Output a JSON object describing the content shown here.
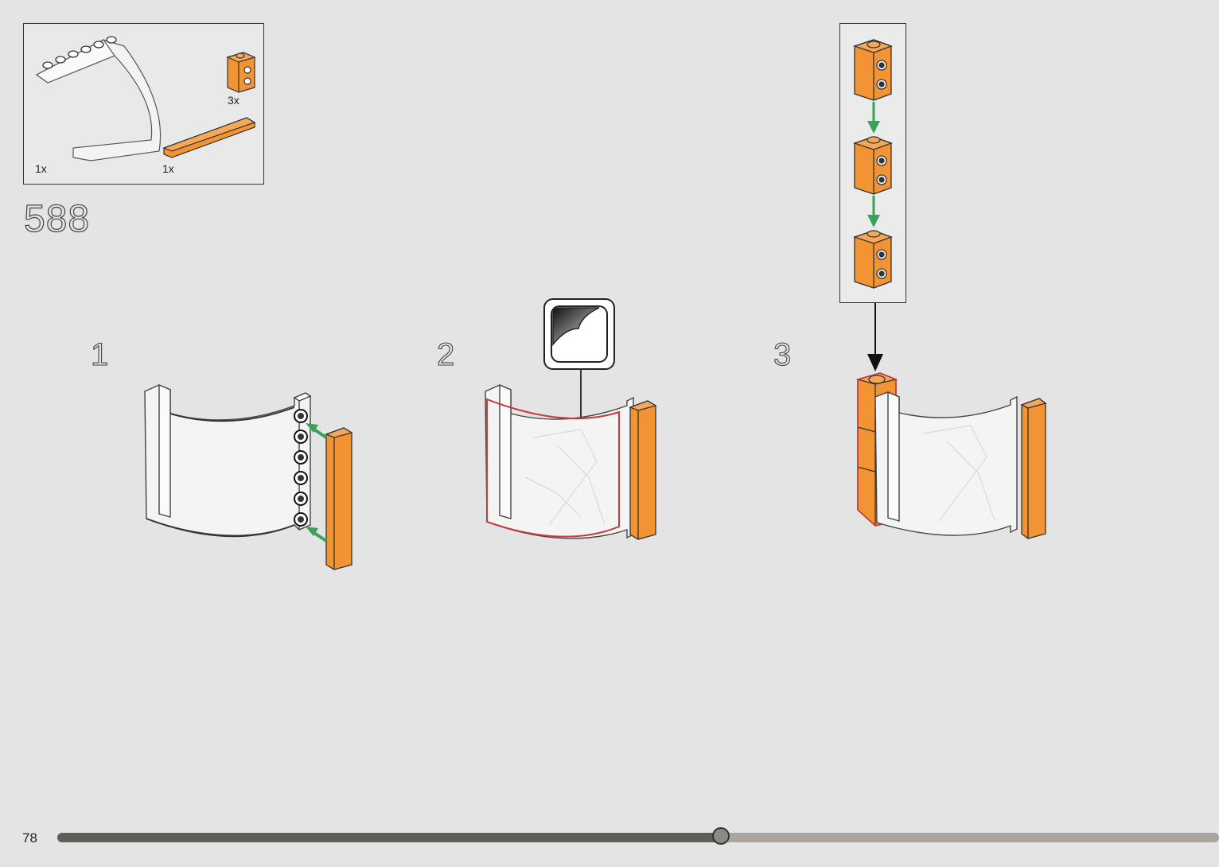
{
  "step_number": "588",
  "parts": [
    {
      "name": "curved-transparent-panel",
      "qty": "1x"
    },
    {
      "name": "orange-brick-1x1",
      "qty": "3x"
    },
    {
      "name": "orange-tile-1x6",
      "qty": "1x"
    }
  ],
  "substeps": [
    "1",
    "2",
    "3"
  ],
  "page_number": "78",
  "progress": 0.571,
  "colors": {
    "background": "#e4e4e4",
    "orange": "#f39434",
    "arrow_green": "#3aa25a",
    "sticker_outline": "#c83a3a",
    "progress_fill": "#5f5f5a",
    "progress_track": "#aba59d"
  }
}
